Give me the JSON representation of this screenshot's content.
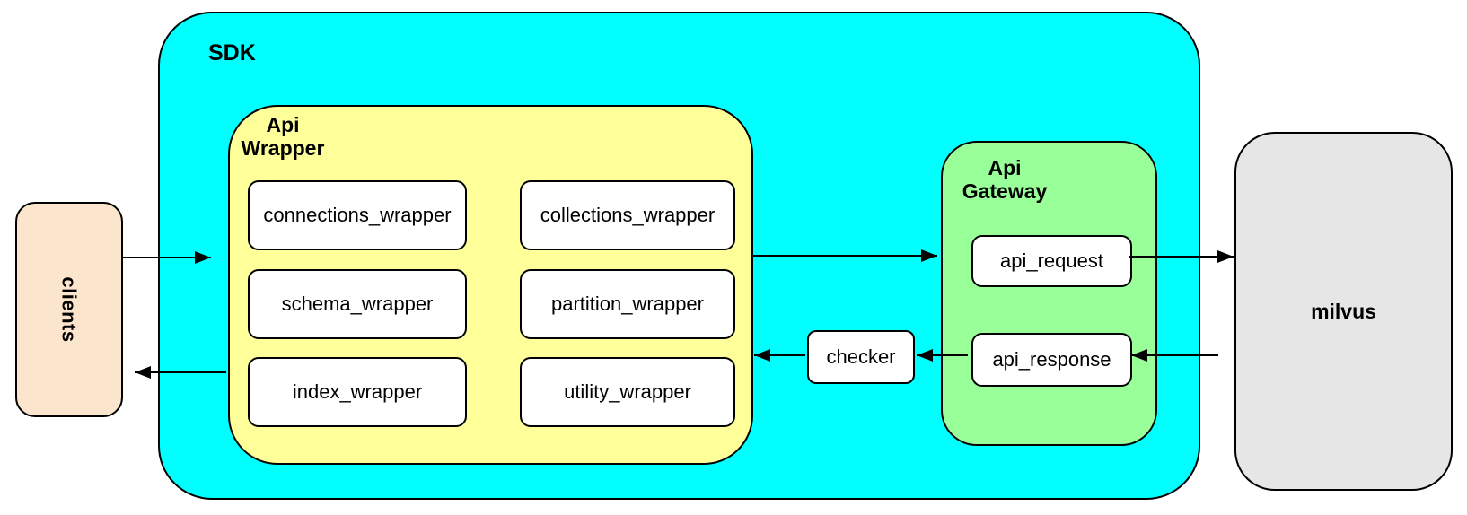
{
  "diagram": {
    "clients": {
      "label": "clients"
    },
    "sdk": {
      "label": "SDK",
      "api_wrapper": {
        "label": "Api\nWrapper",
        "modules": [
          "connections_wrapper",
          "collections_wrapper",
          "schema_wrapper",
          "partition_wrapper",
          "index_wrapper",
          "utility_wrapper"
        ]
      },
      "checker": {
        "label": "checker"
      },
      "api_gateway": {
        "label": "Api\nGateway",
        "request_label": "api_request",
        "response_label": "api_response"
      }
    },
    "milvus": {
      "label": "milvus"
    },
    "flows": [
      {
        "from": "clients",
        "to": "api-wrapper"
      },
      {
        "from": "api-wrapper",
        "to": "api-gateway"
      },
      {
        "from": "api_request",
        "to": "milvus"
      },
      {
        "from": "milvus",
        "to": "api_response"
      },
      {
        "from": "api_response",
        "to": "checker"
      },
      {
        "from": "checker",
        "to": "api-wrapper"
      },
      {
        "from": "api-wrapper",
        "to": "clients"
      }
    ],
    "colors": {
      "sdk_fill": "#00FFFF",
      "api_wrapper_fill": "#FFFF99",
      "api_gateway_fill": "#99FF99",
      "clients_fill": "#FCE5CD",
      "milvus_fill": "#E6E6E6",
      "module_fill": "#FFFFFF",
      "border": "#000000",
      "text": "#000000",
      "background": "#FFFFFF"
    }
  }
}
